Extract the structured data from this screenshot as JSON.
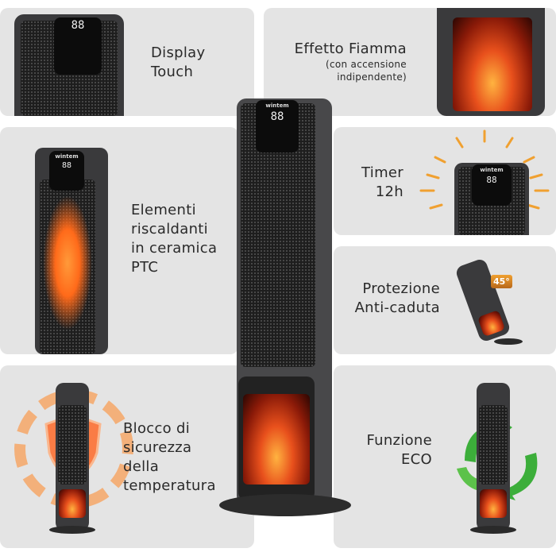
{
  "brand": "wintem",
  "display_digits": "88",
  "features": {
    "display_touch": {
      "line1": "Display",
      "line2": "Touch"
    },
    "flame": {
      "title": "Effetto Fiamma",
      "sub1": "(con accensione",
      "sub2": "indipendente)"
    },
    "timer": {
      "line1": "Timer",
      "line2": "12h"
    },
    "ptc": {
      "line1": "Elementi",
      "line2": "riscaldanti",
      "line3": "in ceramica",
      "line4": "PTC"
    },
    "anti_tip": {
      "line1": "Protezione",
      "line2": "Anti-caduta",
      "angle": "45°"
    },
    "safety": {
      "line1": "Blocco di",
      "line2": "sicurezza",
      "line3": "della",
      "line4": "temperatura"
    },
    "eco": {
      "line1": "Funzione",
      "line2": "ECO"
    }
  },
  "colors": {
    "panel": "#e4e4e4",
    "flame": "#e8501c",
    "eco": "#3cae3a",
    "timer_rays": "#f0a030"
  }
}
